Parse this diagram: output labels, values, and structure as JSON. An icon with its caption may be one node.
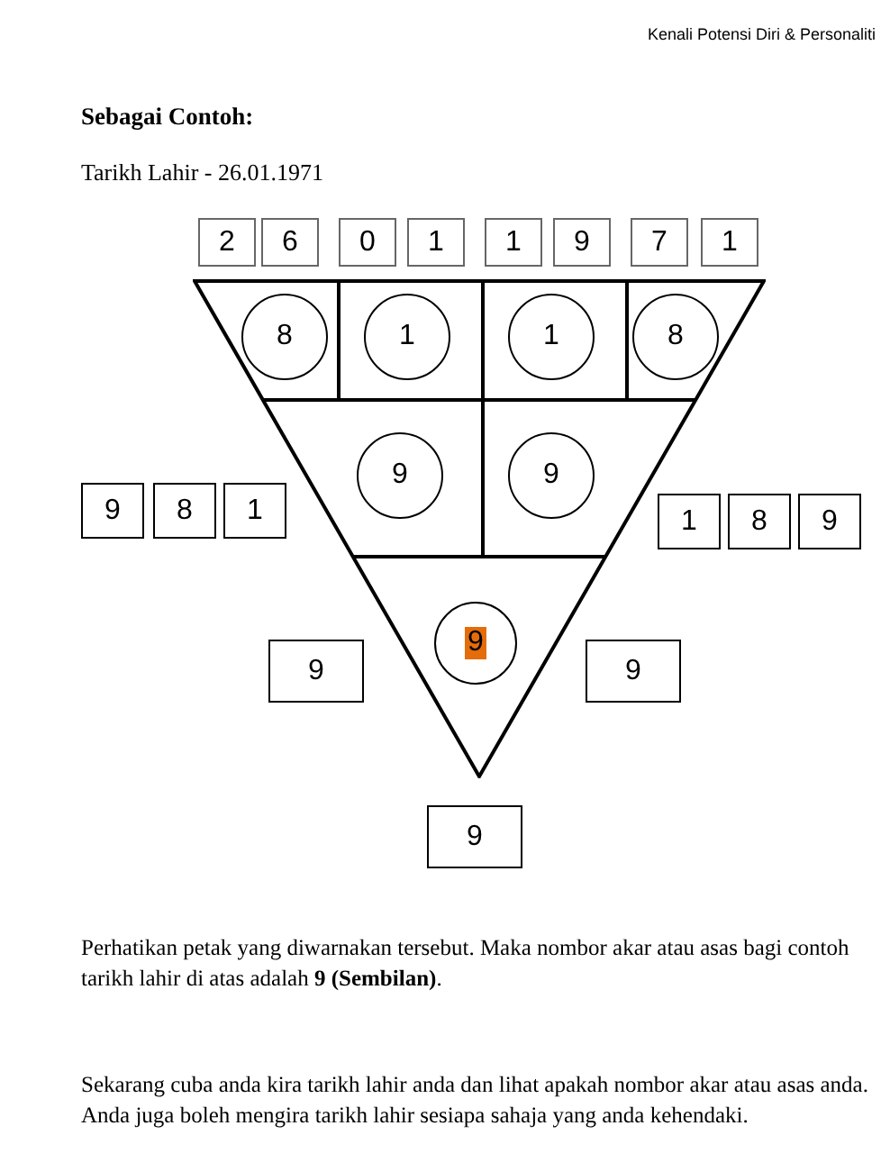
{
  "diagram": {
    "title": "Sebagai Contoh:",
    "nodes": [
      {
        "text": [
          "2"
        ]
      },
      {
        "text": [
          "6"
        ]
      },
      {
        "text": [
          "0"
        ]
      },
      {
        "text": [
          "1"
        ]
      },
      {
        "text": [
          "1"
        ]
      },
      {
        "text": [
          "9"
        ]
      },
      {
        "text": [
          "7"
        ]
      },
      {
        "text": [
          "1"
        ]
      },
      {
        "text": [],
        "shape": "triangle"
      },
      {
        "text": [
          "8"
        ],
        "in": 8
      },
      {
        "text": [
          "1"
        ],
        "in": 8
      },
      {
        "text": [
          "1"
        ],
        "in": 8
      },
      {
        "text": [
          "8"
        ],
        "in": 8
      },
      {
        "text": [
          "9"
        ],
        "in": 8
      },
      {
        "text": [
          "9"
        ],
        "in": 8
      },
      {
        "text": [
          "9"
        ]
      },
      {
        "text": [
          "8"
        ]
      },
      {
        "text": [
          "1"
        ]
      },
      {
        "text": [
          "1"
        ]
      },
      {
        "text": [
          "8"
        ]
      },
      {
        "text": [
          "9"
        ]
      },
      {
        "text": [
          "9"
        ],
        "in": 8
      },
      {
        "text": [
          "9"
        ]
      },
      {
        "text": [
          "9"
        ]
      },
      {
        "text": [
          "9"
        ]
      }
    ],
    "labels": [
      "Kenali Potensi Diri & Personaliti",
      "Tarikh Lahir - 26.01.1971",
      "Perhatikan petak yang diwarnakan tersebut. Maka nombor akar atau asas bagi contoh tarikh lahir di atas adalah **9 (Sembilan)**.",
      "Sekarang cuba anda kira tarikh lahir anda dan lihat apakah nombor akar atau asas anda. Anda juga boleh mengira tarikh lahir sesiapa sahaja yang anda kehendaki."
    ]
  }
}
